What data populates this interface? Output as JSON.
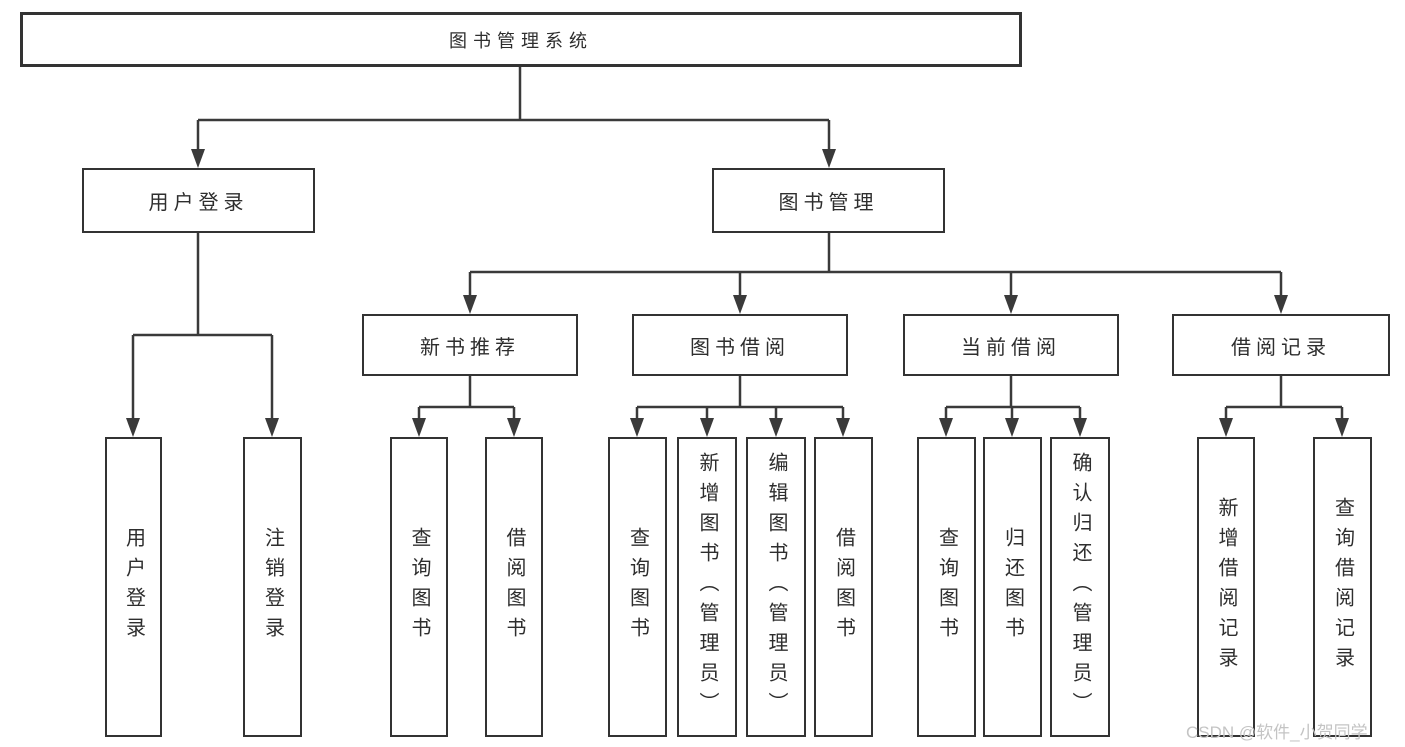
{
  "diagram": {
    "root": {
      "label": "图书管理系统"
    },
    "branches": [
      {
        "label": "用户登录",
        "children": [
          {
            "label": "用户登录"
          },
          {
            "label": "注销登录"
          }
        ]
      },
      {
        "label": "图书管理",
        "children": [
          {
            "label": "新书推荐",
            "children": [
              {
                "label": "查询图书"
              },
              {
                "label": "借阅图书"
              }
            ]
          },
          {
            "label": "图书借阅",
            "children": [
              {
                "label": "查询图书"
              },
              {
                "label": "新增图书（管理员）"
              },
              {
                "label": "编辑图书（管理员）"
              },
              {
                "label": "借阅图书"
              }
            ]
          },
          {
            "label": "当前借阅",
            "children": [
              {
                "label": "查询图书"
              },
              {
                "label": "归还图书"
              },
              {
                "label": "确认归还（管理员）"
              }
            ]
          },
          {
            "label": "借阅记录",
            "children": [
              {
                "label": "新增借阅记录"
              },
              {
                "label": "查询借阅记录"
              }
            ]
          }
        ]
      }
    ]
  },
  "watermark": {
    "text": "CSDN @软件_小贺同学"
  },
  "colors": {
    "line": "#3a3a3a",
    "box_border": "#333333",
    "text": "#2e2e2e",
    "watermark": "#c4c4c4",
    "background": "#ffffff"
  }
}
